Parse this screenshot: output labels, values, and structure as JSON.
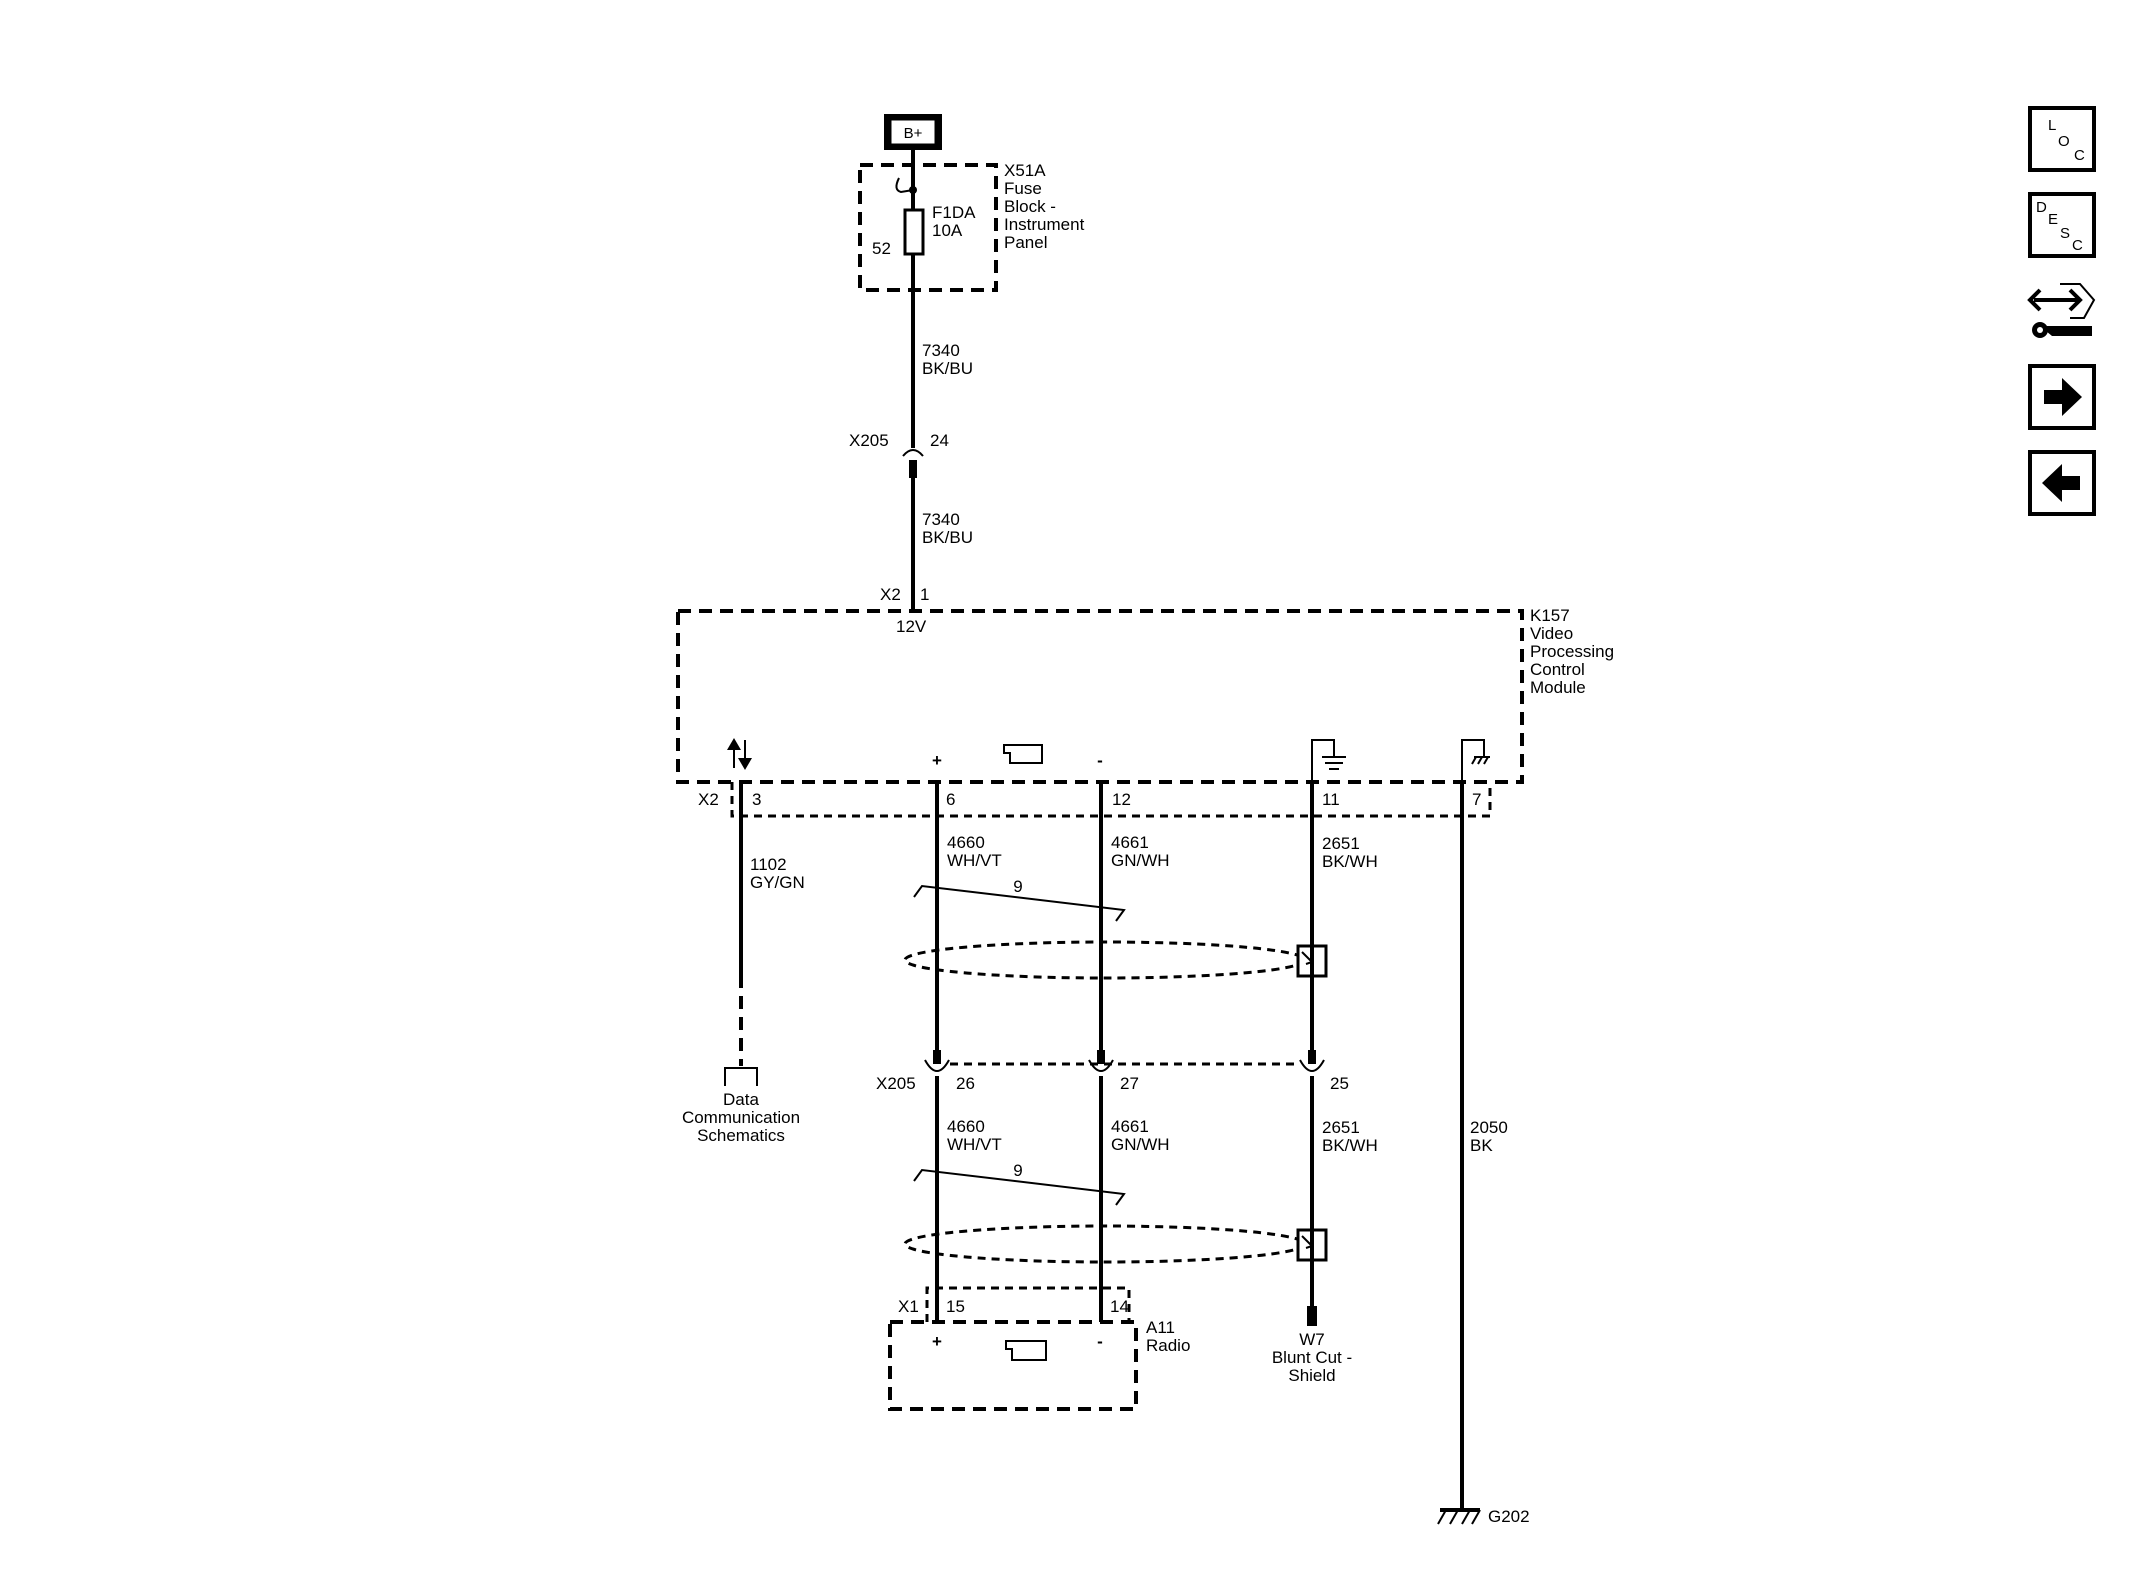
{
  "power": {
    "battery_label": "B+"
  },
  "fuse_block": {
    "lines": [
      "X51A",
      "Fuse",
      "Block -",
      "Instrument",
      "Panel"
    ],
    "fuse_name": "F1DA",
    "fuse_rating": "10A",
    "cavity": "52"
  },
  "wire_upper": {
    "circuit": "7340",
    "color": "BK/BU"
  },
  "inline_connector_upper": {
    "name": "X205",
    "pin": "24"
  },
  "wire_lower": {
    "circuit": "7340",
    "color": "BK/BU"
  },
  "module": {
    "lines": [
      "K157",
      "Video",
      "Processing",
      "Control",
      "Module"
    ],
    "connector": "X2",
    "power_pin": "1",
    "power_label": "12V",
    "bottom_connector": "X2",
    "pins": {
      "data": "3",
      "plus": "6",
      "minus": "12",
      "shield": "11",
      "ground": "7"
    },
    "plus_sign": "+",
    "minus_sign": "-"
  },
  "data_wire": {
    "circuit": "1102",
    "color": "GY/GN"
  },
  "data_reference": {
    "lines": [
      "Data",
      "Communication",
      "Schematics"
    ]
  },
  "video_plus_upper": {
    "circuit": "4660",
    "color": "WH/VT"
  },
  "video_minus_upper": {
    "circuit": "4661",
    "color": "GN/WH"
  },
  "shield_upper": {
    "circuit": "2651",
    "color": "BK/WH"
  },
  "twist_upper": "9",
  "inline_connector_lower": {
    "name": "X205",
    "pins": {
      "plus": "26",
      "minus": "27",
      "shield": "25"
    }
  },
  "video_plus_lower": {
    "circuit": "4660",
    "color": "WH/VT"
  },
  "video_minus_lower": {
    "circuit": "4661",
    "color": "GN/WH"
  },
  "shield_lower": {
    "circuit": "2651",
    "color": "BK/WH"
  },
  "twist_lower": "9",
  "ground_wire": {
    "circuit": "2050",
    "color": "BK"
  },
  "radio": {
    "connector": "X1",
    "pins": {
      "plus": "15",
      "minus": "14"
    },
    "lines": [
      "A11",
      "Radio"
    ],
    "plus_sign": "+",
    "minus_sign": "-"
  },
  "shield_end": {
    "lines": [
      "W7",
      "Blunt Cut -",
      "Shield"
    ]
  },
  "ground": {
    "name": "G202"
  },
  "nav": {
    "loc": [
      "L",
      "O",
      "C"
    ],
    "desc": [
      "D",
      "E",
      "S",
      "C"
    ],
    "icons": [
      "location-button",
      "description-button",
      "diagnostic-connector-icon",
      "next-page-icon",
      "previous-page-icon"
    ]
  }
}
